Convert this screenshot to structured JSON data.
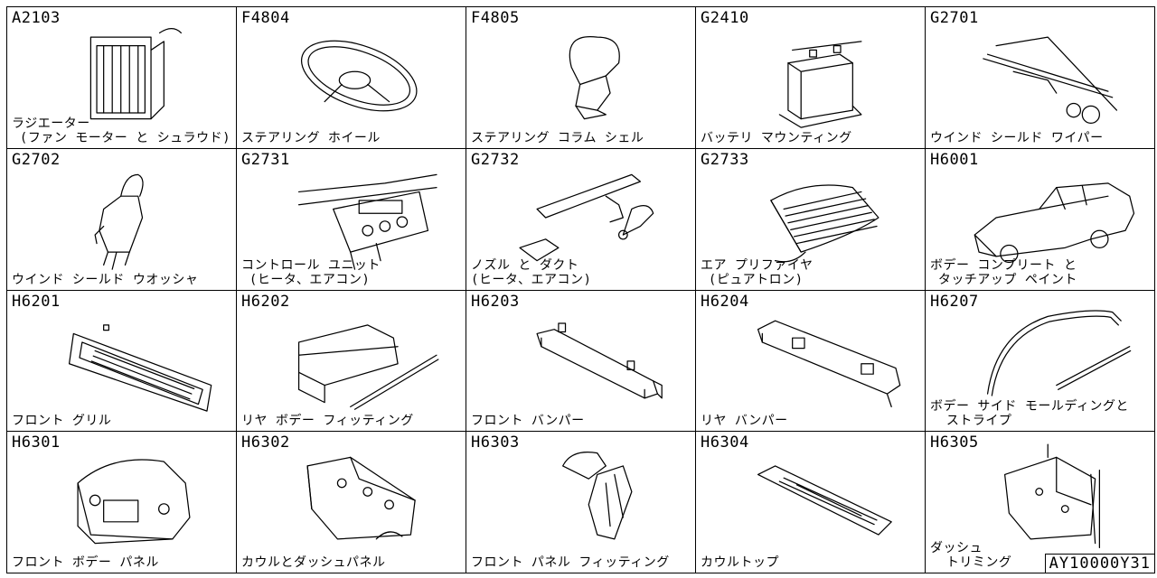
{
  "cells": [
    {
      "code": "A2103",
      "name": "ラジエーター\n (ファン モーター と シュラウド)",
      "icon": "radiator-icon"
    },
    {
      "code": "F4804",
      "name": "ステアリング ホイール",
      "icon": "steering-wheel-icon"
    },
    {
      "code": "F4805",
      "name": "ステアリング コラム シェル",
      "icon": "column-shell-icon"
    },
    {
      "code": "G2410",
      "name": "バッテリ マウンティング",
      "icon": "battery-icon"
    },
    {
      "code": "G2701",
      "name": "ウインド シールド ワイパー",
      "icon": "wiper-icon"
    },
    {
      "code": "G2702",
      "name": "ウインド シールド ウオッシャ",
      "icon": "washer-icon"
    },
    {
      "code": "G2731",
      "name": "コントロール ユニット\n (ヒータ、エアコン)",
      "icon": "control-unit-icon"
    },
    {
      "code": "G2732",
      "name": "ノズル と ダクト\n(ヒータ、エアコン)",
      "icon": "duct-icon"
    },
    {
      "code": "G2733",
      "name": "エア プリファイヤ\n (ピュアトロン)",
      "icon": "air-purifier-icon"
    },
    {
      "code": "H6001",
      "name": "ボデー コンプリート と\n タッチアップ ペイント",
      "icon": "body-icon"
    },
    {
      "code": "H6201",
      "name": "フロント グリル",
      "icon": "grille-icon"
    },
    {
      "code": "H6202",
      "name": "リヤ ボデー フィッティング",
      "icon": "rear-body-icon"
    },
    {
      "code": "H6203",
      "name": "フロント バンパー",
      "icon": "front-bumper-icon"
    },
    {
      "code": "H6204",
      "name": "リヤ バンパー",
      "icon": "rear-bumper-icon"
    },
    {
      "code": "H6207",
      "name": "ボデー サイド モールディングと\n  ストライプ",
      "icon": "molding-icon"
    },
    {
      "code": "H6301",
      "name": "フロント ボデー パネル",
      "icon": "front-panel-icon"
    },
    {
      "code": "H6302",
      "name": "カウルとダッシュパネル",
      "icon": "cowl-dash-icon"
    },
    {
      "code": "H6303",
      "name": "フロント パネル フィッティング",
      "icon": "panel-fitting-icon"
    },
    {
      "code": "H6304",
      "name": "カウルトップ",
      "icon": "cowl-top-icon"
    },
    {
      "code": "H6305",
      "name": "ダッシュ\n  トリミング",
      "icon": "dash-trim-icon"
    }
  ],
  "footer": {
    "ref": "AY10000Y31"
  }
}
